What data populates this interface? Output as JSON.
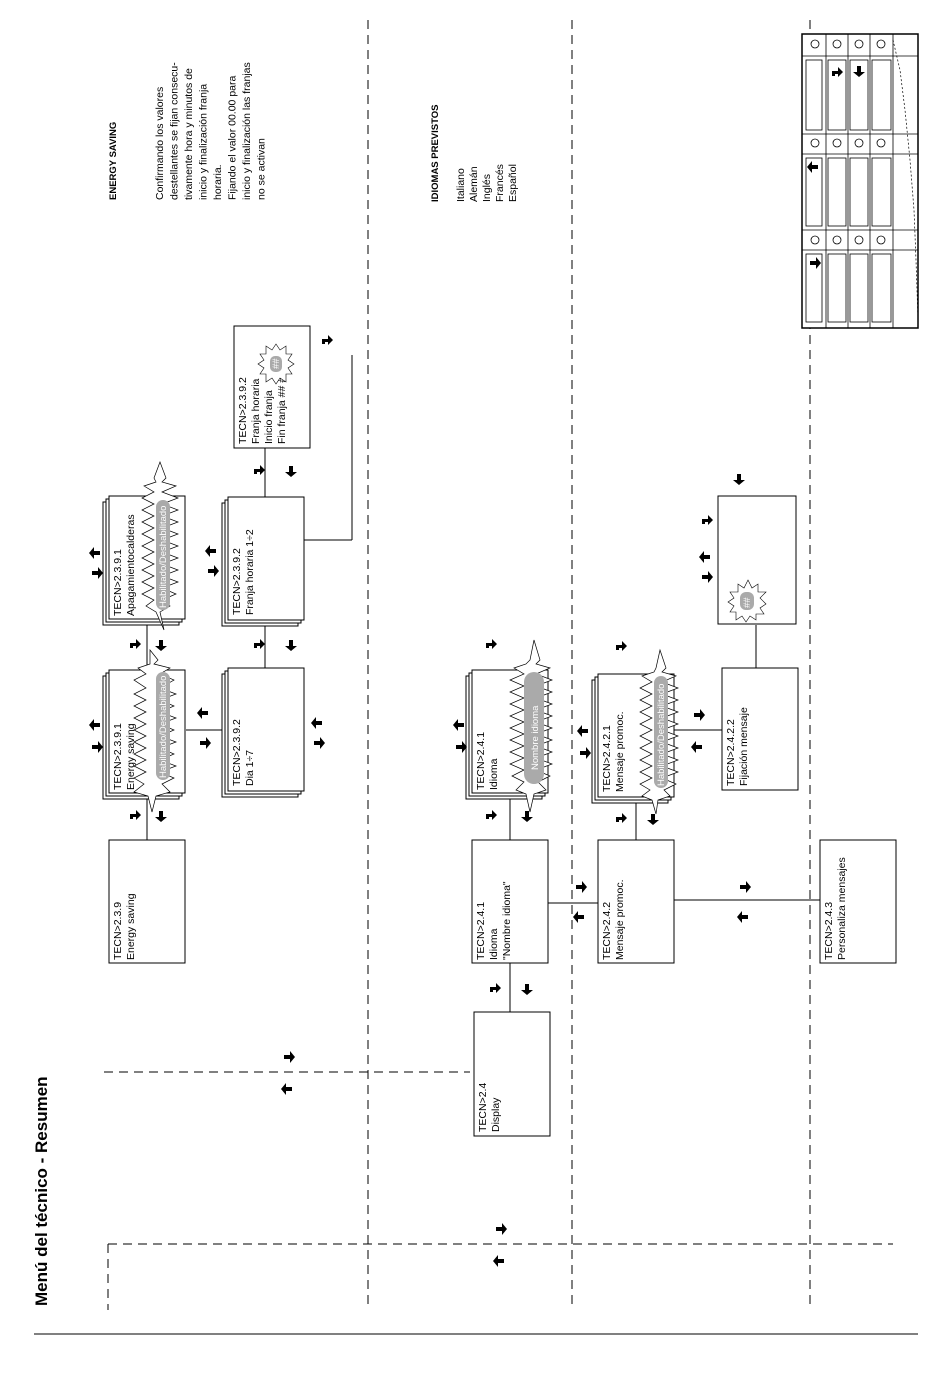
{
  "page_title": "Menú del técnico - Resumen",
  "boxes": {
    "b239": {
      "l1": "TECN>2.3.9",
      "l2": "Energy saving"
    },
    "b2391": {
      "l1": "TECN>2.3.9.1",
      "l2": "Energy saving",
      "pill": "Habilitado/Deshabilitado"
    },
    "b23911": {
      "l1": "TECN>2.3.9.1",
      "l2": "Apagamientocalderas",
      "pill": "Habilitado/Deshabilitado"
    },
    "b2392a": {
      "l1": "TECN>2.3.9.2",
      "l2": "Dia  1÷7"
    },
    "b2392b": {
      "l1": "TECN>2.3.9.2",
      "l2": "Franja horaria  1÷2"
    },
    "b2392c": {
      "l1": "TECN>2.3.9.2",
      "l2": "Franja horaria",
      "l3": "Inicio franja",
      "l4": "Fin franja ## ##",
      "badge": "##"
    },
    "b24": {
      "l1": "TECN>2.4",
      "l2": "Display"
    },
    "b241": {
      "l1": "TECN>2.4.1",
      "l2": "Idioma",
      "l3": "\"Nombre idioma\""
    },
    "b241b": {
      "l1": "TECN>2.4.1",
      "l2": "Idioma",
      "pill": "Nombre idioma"
    },
    "b242": {
      "l1": "TECN>2.4.2",
      "l2": "Mensaje promoc."
    },
    "b2421": {
      "l1": "TECN>2.4.2.1",
      "l2": "Mensaje promoc.",
      "pill": "Habilitado/Deshabilitado"
    },
    "b2422": {
      "l1": "TECN>2.4.2.2",
      "l2": "Fijación mensaje"
    },
    "bmsg": {
      "badge": "##"
    },
    "b243": {
      "l1": "TECN>2.4.3",
      "l2": "Personaliza mensajes"
    }
  },
  "energy_note": {
    "heading": "ENERGY SAVING",
    "lines": [
      "Confirmando los valores",
      "destellantes se fijan consecu-",
      "tivamente hora y minutos de",
      "inicio y finalización franja",
      "horaria.",
      "Fijando el valor 00.00 para",
      "inicio y finalización las franjas",
      "no se activan"
    ]
  },
  "languages": {
    "heading": "IDIOMAS  PREVISTOS",
    "items": [
      "Italiano",
      "Alemán",
      "Inglés",
      "Francés",
      "Español"
    ]
  }
}
